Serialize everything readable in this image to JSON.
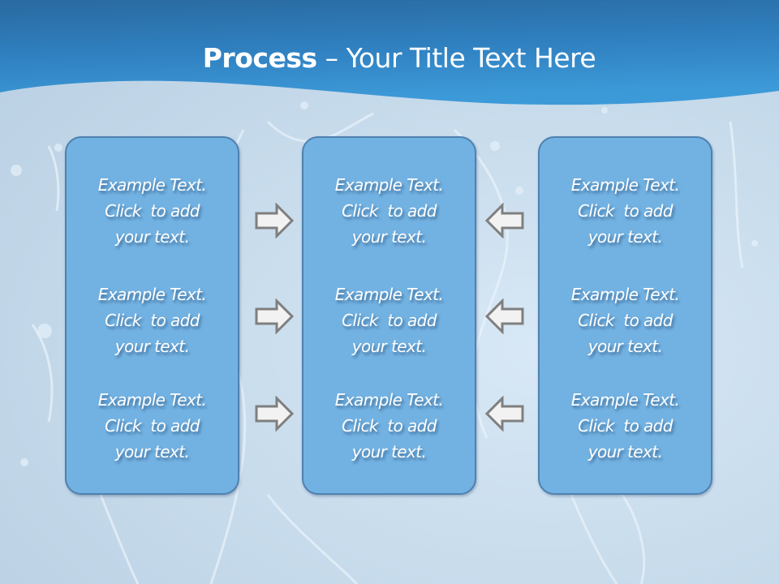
{
  "slide": {
    "title_bold": "Process",
    "title_rest": " – Your Title Text Here",
    "colors": {
      "header_dark": "#1f5f96",
      "header_light": "#3a95d4",
      "box_fill": "#72b2e2",
      "box_border": "#4f81b0",
      "background": "#c8dcec",
      "arrow_fill": "#f2f2f2",
      "arrow_stroke": "#7f7f7f"
    }
  },
  "columns": [
    {
      "items": [
        {
          "line1": "Example Text.",
          "line2": "Click  to add",
          "line3": "your text."
        },
        {
          "line1": "Example Text.",
          "line2": "Click  to add",
          "line3": "your text."
        },
        {
          "line1": "Example Text.",
          "line2": "Click  to add",
          "line3": "your text."
        }
      ]
    },
    {
      "items": [
        {
          "line1": "Example Text.",
          "line2": "Click  to add",
          "line3": "your text."
        },
        {
          "line1": "Example Text.",
          "line2": "Click  to add",
          "line3": "your text."
        },
        {
          "line1": "Example Text.",
          "line2": "Click  to add",
          "line3": "your text."
        }
      ]
    },
    {
      "items": [
        {
          "line1": "Example Text.",
          "line2": "Click  to add",
          "line3": "your text."
        },
        {
          "line1": "Example Text.",
          "line2": "Click  to add",
          "line3": "your text."
        },
        {
          "line1": "Example Text.",
          "line2": "Click  to add",
          "line3": "your text."
        }
      ]
    }
  ],
  "arrows": {
    "left_group": [
      "arrow-right-icon",
      "arrow-right-icon",
      "arrow-right-icon"
    ],
    "right_group": [
      "arrow-left-icon",
      "arrow-left-icon",
      "arrow-left-icon"
    ]
  }
}
